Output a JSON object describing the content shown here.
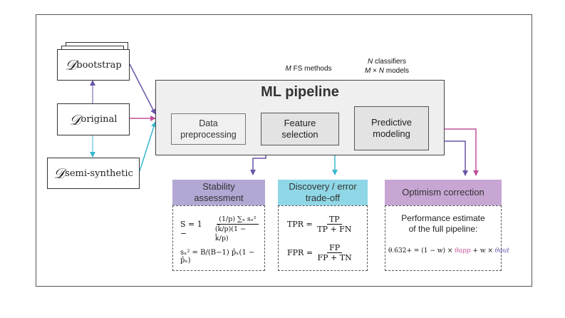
{
  "datasets": {
    "bootstrap": {
      "symbol": "𝒟",
      "sub": "bootstrap"
    },
    "original": {
      "symbol": "𝒟",
      "sub": "original"
    },
    "semi": {
      "symbol": "𝒟",
      "sub": "semi-synthetic"
    }
  },
  "labels": {
    "m_fs_var": "M",
    "m_fs_text": " FS methods",
    "n_classifiers_var": "N",
    "n_classifiers_text": " classifiers",
    "m_models_m": "M",
    "m_models_times": " × ",
    "m_models_n": "N",
    "m_models_text": " models"
  },
  "pipeline": {
    "title": "ML pipeline",
    "steps": {
      "preprocessing": [
        "Data",
        "preprocessing"
      ],
      "feature_selection": [
        "Feature",
        "selection"
      ],
      "predictive": [
        "Predictive",
        "modeling"
      ]
    }
  },
  "panels": {
    "stability": {
      "title": [
        "Stability",
        "assessment"
      ],
      "color": "#b3a7d4"
    },
    "discovery": {
      "title": [
        "Discovery / error",
        "trade-off"
      ],
      "color": "#8fd7e6"
    },
    "optimism": {
      "title": [
        "Optimism correction"
      ],
      "color": "#c7a6d3"
    }
  },
  "formulas": {
    "stability_S": "S = 1 −",
    "stability_num": "(1/p) ∑ₓ sₓ²",
    "stability_den": "(k̄/p)(1 − k̄/p)",
    "stability_s2": "sₓ² = B/(B−1) p̂ₓ(1 − p̂ₓ)",
    "tpr_lhs": "TPR =",
    "tpr_num": "TP",
    "tpr_den": "TP + FN",
    "fpr_lhs": "FPR =",
    "fpr_num": "FP",
    "fpr_den": "FP + TN",
    "perf_line1": "Performance estimate",
    "perf_line2": "of the full pipeline:",
    "theta_lhs": "θ.632+ = (1 − w) × ",
    "theta_app": "θapp",
    "theta_mid": " + w × ",
    "theta_out": "θout"
  },
  "colors": {
    "purple": "#6a54a8",
    "cyan": "#3ab6cf",
    "magenta": "#c0509a",
    "gray": "#555555"
  }
}
